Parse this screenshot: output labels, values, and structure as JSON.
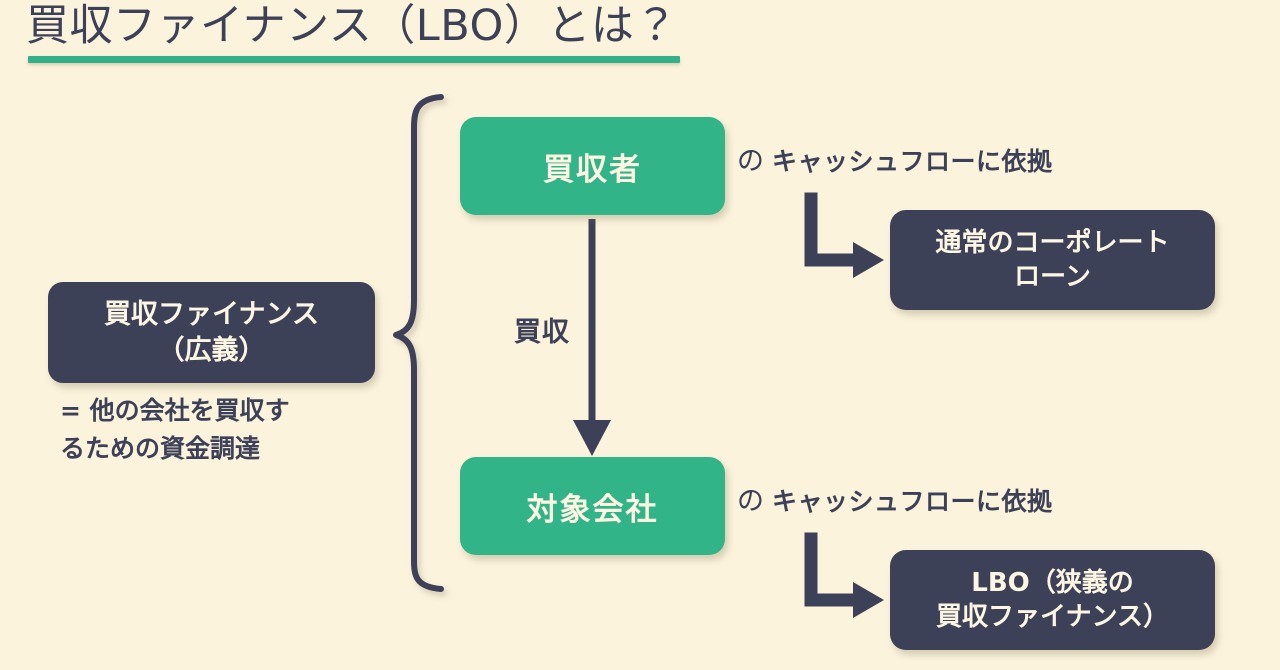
{
  "slide": {
    "title": "買収ファイナンス（LBO）とは？",
    "background_color": "#fbf3dc",
    "accent_green": "#32b489",
    "accent_navy": "#3d4158",
    "text_light": "#fdf6e3"
  },
  "nodes": {
    "broad_finance": {
      "label": "買収ファイナンス\n（広義）",
      "caption": "=  他の会社を買収す\nるための資金調達",
      "color": "#3d4158"
    },
    "acquirer": {
      "label": "買収者",
      "color": "#32b489"
    },
    "target": {
      "label": "対象会社",
      "color": "#32b489"
    },
    "corporate_loan": {
      "label": "通常のコーポレート\nローン",
      "color": "#3d4158"
    },
    "lbo": {
      "label": "LBO（狭義の\n買収ファイナンス）",
      "color": "#3d4158"
    }
  },
  "labels": {
    "acquire_arrow": "買収",
    "cashflow_particle": "の",
    "cashflow_text": "キャッシュフローに依拠"
  },
  "connectors": {
    "brace": "left-curly-brace",
    "vertical_arrow": "acquirer-to-target-arrow",
    "elbow_top": "acquirer-to-corporate-loan-elbow",
    "elbow_bottom": "target-to-lbo-elbow"
  }
}
